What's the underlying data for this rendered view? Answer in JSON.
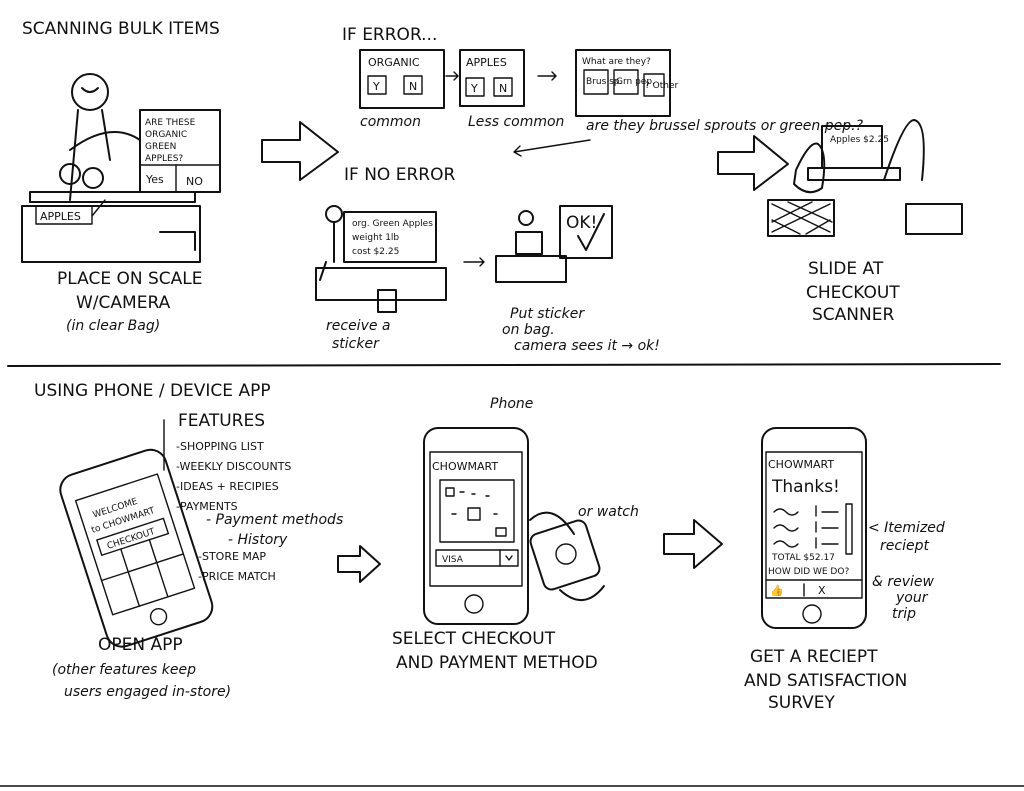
{
  "section_top": {
    "title": "SCANNING BULK ITEMS",
    "if_error": "IF ERROR...",
    "if_no_error": "IF NO ERROR",
    "scale_prompt": "ARE THESE ORGANIC GREEN APPLES?",
    "scale_yes": "Yes",
    "scale_no": "NO",
    "scale_display": "APPLES",
    "place_caption": [
      "PLACE ON SCALE",
      "W/CAMERA",
      "(in clear Bag)"
    ],
    "err1_title": "ORGANIC",
    "err1_y": "Y",
    "err1_n": "N",
    "err1_caption": "common",
    "err2_title": "APPLES",
    "err2_y": "Y",
    "err2_n": "N",
    "err2_caption": "Less common",
    "err3_title": "What are they?",
    "err3_opt1": "Brus sp.",
    "err3_opt2": "Grn pep.",
    "err3_opt3": "? Other",
    "err3_caption": "are they brussel sprouts or green pep.?",
    "sticker_label": [
      "org. Green Apples",
      "weight 1lb",
      "cost $2.25"
    ],
    "sticker_caption": [
      "receive a",
      "sticker"
    ],
    "ok_text": "OK!",
    "bag_caption": [
      "Put sticker",
      "on bag.",
      "camera sees it → ok!"
    ],
    "checkout_display": "Apples $2.25",
    "slide_caption": [
      "SLIDE AT",
      "CHECKOUT",
      "SCANNER"
    ]
  },
  "section_bottom": {
    "title": "USING PHONE / DEVICE APP",
    "features_title": "FEATURES",
    "features": [
      "-SHOPPING LIST",
      "-WEEKLY DISCOUNTS",
      "-IDEAS + RECIPIES",
      "-PAYMENTS",
      "- Payment methods",
      "- History",
      "-STORE MAP",
      "-PRICE MATCH"
    ],
    "welcome_screen": [
      "WELCOME",
      "to CHOWMART",
      "CHECKOUT"
    ],
    "open_caption": [
      "OPEN APP",
      "(other features keep",
      "users engaged in-store)"
    ],
    "phone_label": "Phone",
    "app_name": "CHOWMART",
    "pay_method": "VISA",
    "watch_label": "or watch",
    "select_caption": [
      "SELECT CHECKOUT",
      "AND PAYMENT METHOD"
    ],
    "thanks": "Thanks!",
    "total": "TOTAL $52.17",
    "survey_q": "HOW DID WE DO?",
    "itemized_label": [
      "< Itemized",
      "reciept"
    ],
    "review_label": [
      "& review",
      "your",
      "trip"
    ],
    "receipt_caption": [
      "GET A RECIEPT",
      "AND SATISFACTION",
      "SURVEY"
    ]
  }
}
